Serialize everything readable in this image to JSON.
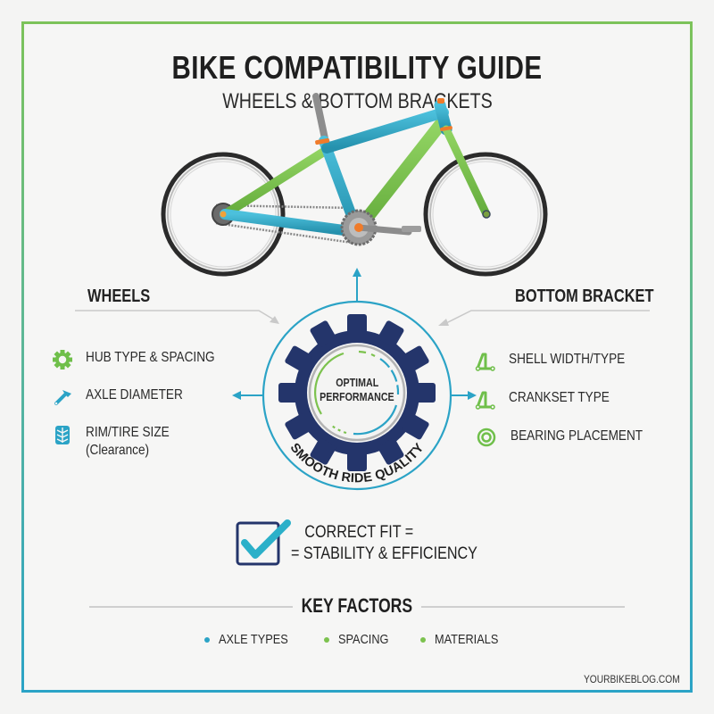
{
  "header": {
    "title": "BIKE COMPATIBILITY GUIDE",
    "subtitle": "WHEELS & BOTTOM BRACKETS"
  },
  "illustration": {
    "subject": "bicycle frame diagram",
    "colors": {
      "tube_blue": "#2fa6c4",
      "tube_green": "#7cc24e",
      "accent_orange": "#f07b2a",
      "tire": "#2b2b2b"
    }
  },
  "wheels": {
    "heading": "WHEELS",
    "items": [
      {
        "icon": "gear-icon",
        "label": "HUB TYPE & SPACING",
        "color": "#6fbf4a"
      },
      {
        "icon": "wrench-icon",
        "label": "AXLE DIAMETER",
        "color": "#2ba3c6"
      },
      {
        "icon": "tire-tread-icon",
        "label": "RIM/TIRE SIZE",
        "sublabel": "(Clearance)",
        "color": "#2ba3c6"
      }
    ]
  },
  "bottom_bracket": {
    "heading": "BOTTOM BRACKET",
    "items": [
      {
        "icon": "shell-icon",
        "label": "SHELL WIDTH/TYPE",
        "color": "#6fbf4a"
      },
      {
        "icon": "crankset-icon",
        "label": "CRANKSET TYPE",
        "color": "#6fbf4a"
      },
      {
        "icon": "bearing-icon",
        "label": "BEARING PLACEMENT",
        "color": "#6fbf4a"
      }
    ]
  },
  "center": {
    "line1": "OPTIMAL",
    "line2": "PERFORMANCE",
    "arc_text": "SMOOTH RIDE QUALITY",
    "gear_color": "#24356b",
    "ring_color": "#2ba3c6"
  },
  "fit": {
    "line1": "CORRECT FIT =",
    "line2": "= STABILITY & EFFICIENCY"
  },
  "key_factors": {
    "title": "KEY FACTORS",
    "items": [
      {
        "label": "AXLE TYPES",
        "color": "#2ba3c6"
      },
      {
        "label": "SPACING",
        "color": "#7cc24e"
      },
      {
        "label": "MATERIALS",
        "color": "#7cc24e"
      }
    ]
  },
  "footer": {
    "site": "YOURBIKEBLOG.COM"
  }
}
